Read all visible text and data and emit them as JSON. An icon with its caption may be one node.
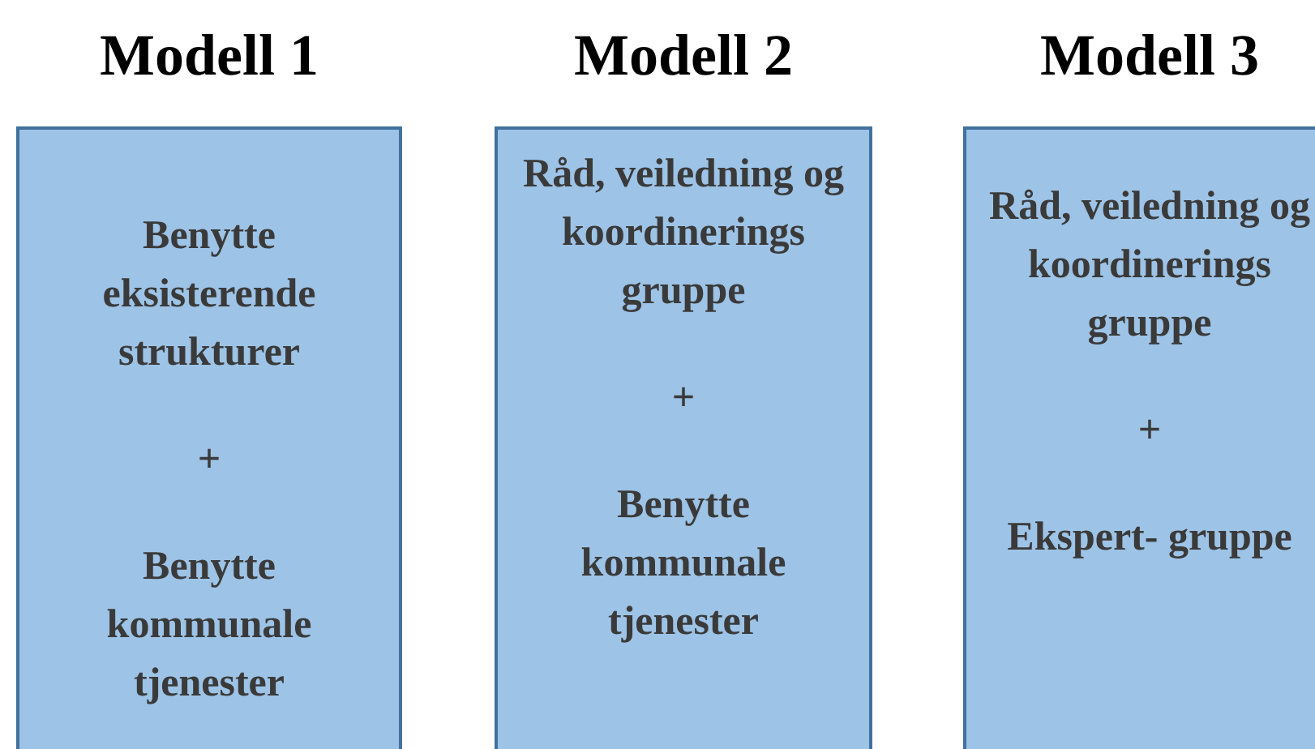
{
  "diagram": {
    "nodes": [
      {
        "text": [
          "Modell 1",
          "Benytte eksisterende strukturer",
          "+",
          "Benytte kommunale tjenester"
        ]
      },
      {
        "text": [
          "Modell 2",
          "Råd, veiledning og koordinerings gruppe",
          "+",
          "Benytte kommunale tjenester"
        ]
      },
      {
        "text": [
          "Modell 3",
          "Råd, veiledning og koordinerings gruppe",
          "+",
          "Ekspert- gruppe"
        ]
      }
    ],
    "edges": []
  }
}
